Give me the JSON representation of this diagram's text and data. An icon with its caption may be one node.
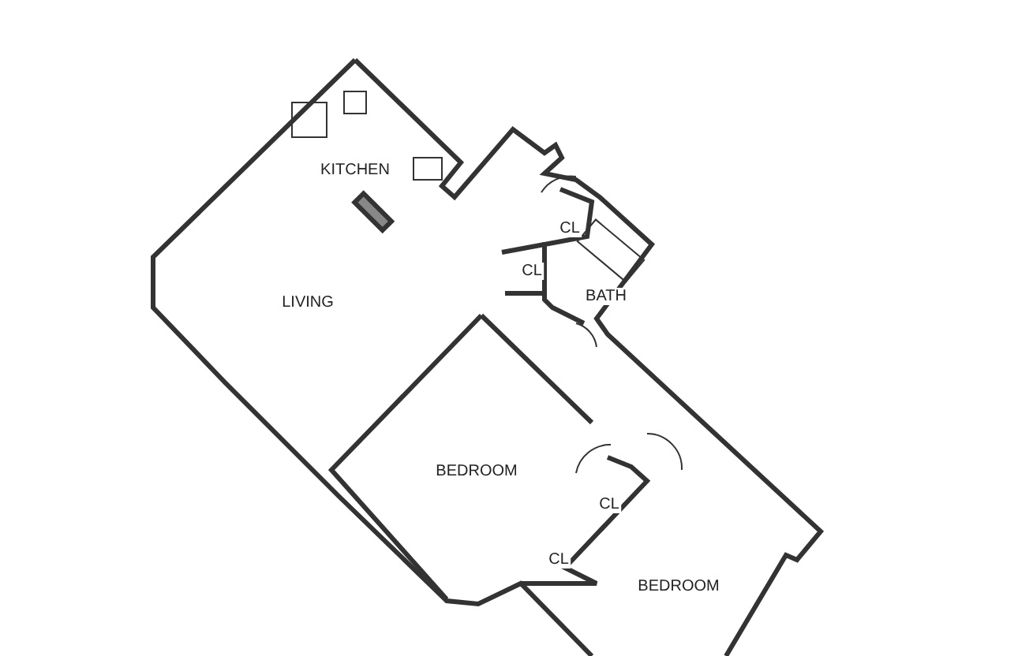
{
  "diagram": {
    "labels": [
      "KITCHEN",
      "CL",
      "LIVING",
      "CL",
      "BATH",
      "BEDROOM",
      "CL",
      "CL",
      "BEDROOM"
    ]
  }
}
